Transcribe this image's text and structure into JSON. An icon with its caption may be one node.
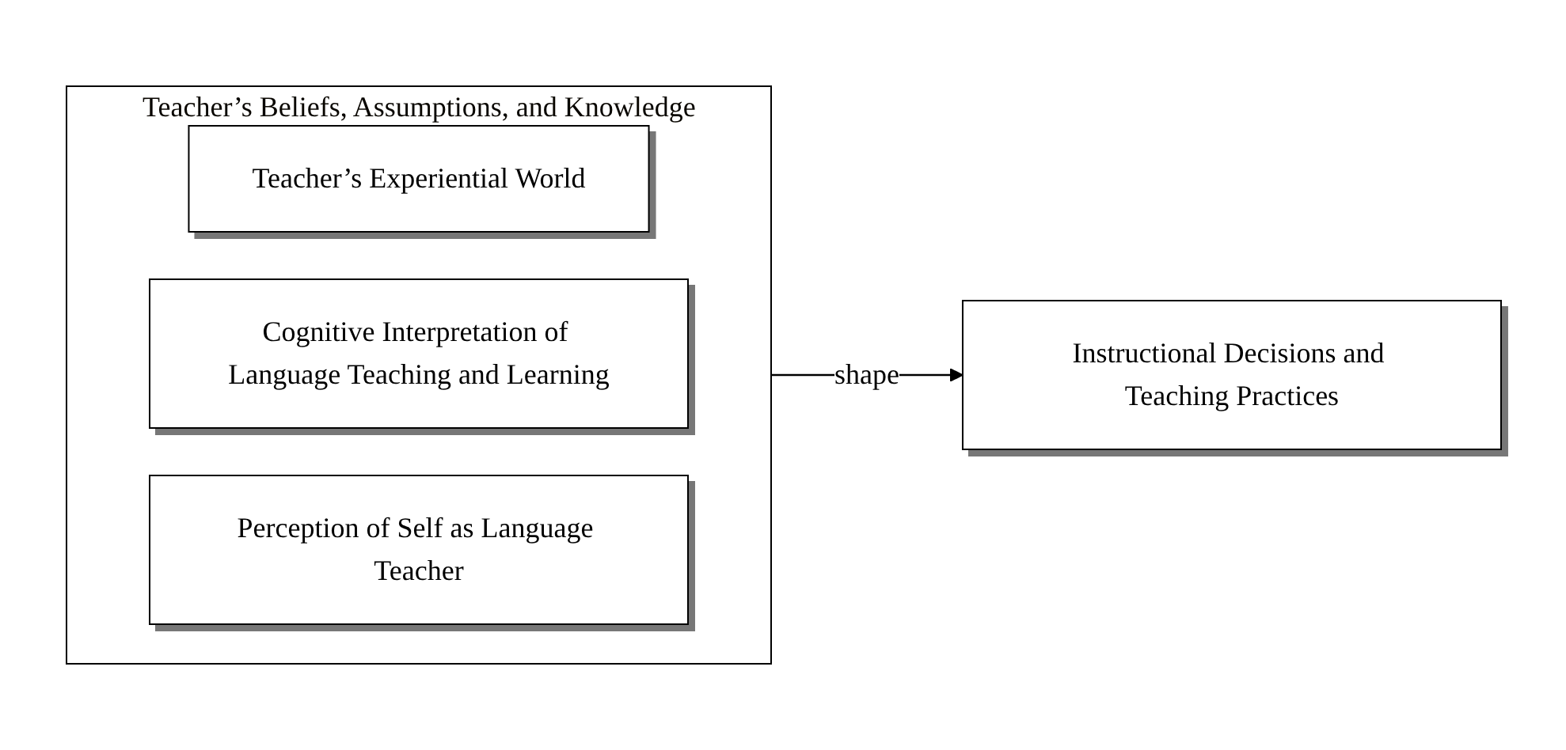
{
  "diagram": {
    "nodes": [
      {
        "text": [
          "Teacher’s Beliefs, Assumptions, and Knowledge"
        ]
      },
      {
        "text": [
          "Teacher’s Experiential World"
        ],
        "in": 0
      },
      {
        "text": [
          "Cognitive Interpretation of Language Teaching and Learning"
        ],
        "in": 0
      },
      {
        "text": [
          "Perception of Self as Language Teacher"
        ],
        "in": 0
      },
      {
        "text": [
          "Instructional Decisions and Teaching Practices"
        ]
      }
    ],
    "edges": [
      {
        "from": 0,
        "to": 4,
        "arrow": "to",
        "label": "shape"
      }
    ]
  }
}
